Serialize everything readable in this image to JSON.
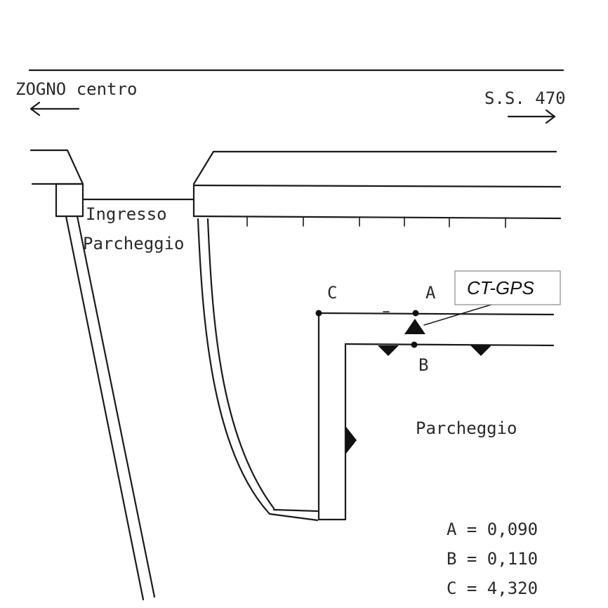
{
  "directions": {
    "left_label": "ZOGNO centro",
    "right_label": "S.S. 470"
  },
  "labels": {
    "entrance_line1": "Ingresso",
    "entrance_line2": "Parcheggio",
    "parking": "Parcheggio",
    "point_a": "A",
    "point_b": "B",
    "point_c": "C",
    "ct_gps": "CT-GPS"
  },
  "legend": [
    {
      "text": "A = 0,090"
    },
    {
      "text": "B = 0,110"
    },
    {
      "text": "C = 4,320"
    }
  ],
  "colors": {
    "ink": "#1a1a1a",
    "background": "#ffffff",
    "callout_border": "#888888"
  }
}
